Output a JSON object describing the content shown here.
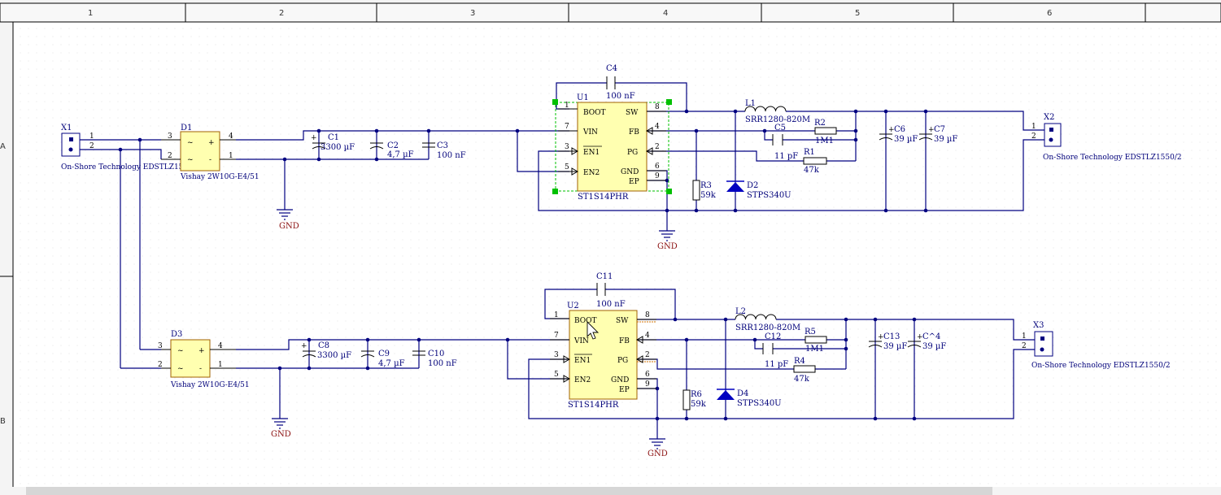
{
  "zones": {
    "cols": [
      "1",
      "2",
      "3",
      "4",
      "5",
      "6"
    ],
    "rows": [
      "A",
      "B"
    ]
  },
  "gnd": "GND",
  "ch1": {
    "x1": "X1",
    "x1_pins": [
      "1",
      "2"
    ],
    "x1_mfr": "On-Shore Technology EDSTLZ1550/2",
    "d1": "D1",
    "d1_pins": [
      "3",
      "2",
      "4",
      "1"
    ],
    "d1_part": "Vishay 2W10G-E4/51",
    "c1": "C1",
    "c1_val": "3300 µF",
    "c2": "C2",
    "c2_val": "4,7 µF",
    "c3": "C3",
    "c3_val": "100 nF",
    "u1": "U1",
    "u1_part": "ST1S14PHR",
    "u1_pins_left": [
      "BOOT",
      "VIN",
      "EN1",
      "EN2"
    ],
    "u1_pnum_left": [
      "1",
      "7",
      "3",
      "5"
    ],
    "u1_pins_right": [
      "SW",
      "FB",
      "PG",
      "GND",
      "EP"
    ],
    "u1_pnum_right": [
      "8",
      "4",
      "2",
      "6",
      "9"
    ],
    "c4": "C4",
    "c4_val": "100 nF",
    "l1": "L1",
    "l1_val": "SRR1280-820M",
    "c5": "C5",
    "c5_val": "11 pF",
    "r2": "R2",
    "r2_val": "1M1",
    "r1": "R1",
    "r1_val": "47k",
    "r3": "R3",
    "r3_val": "59k",
    "d2": "D2",
    "d2_part": "STPS340U",
    "c6": "C6",
    "c6_val": "39 µF",
    "c7": "C7",
    "c7_val": "39 µF",
    "x2": "X2",
    "x2_pins": [
      "1",
      "2"
    ],
    "x2_mfr": "On-Shore Technology EDSTLZ1550/2"
  },
  "ch2": {
    "d3": "D3",
    "d3_pins": [
      "3",
      "2",
      "4",
      "1"
    ],
    "d3_part": "Vishay 2W10G-E4/51",
    "c8": "C8",
    "c8_val": "3300 µF",
    "c9": "C9",
    "c9_val": "4,7 µF",
    "c10": "C10",
    "c10_val": "100 nF",
    "u2": "U2",
    "u2_part": "ST1S14PHR",
    "u2_pins_left": [
      "BOOT",
      "VIN",
      "EN1",
      "EN2"
    ],
    "u2_pnum_left": [
      "1",
      "7",
      "3",
      "5"
    ],
    "u2_pins_right": [
      "SW",
      "FB",
      "PG",
      "GND",
      "EP"
    ],
    "u2_pnum_right": [
      "8",
      "4",
      "2",
      "6",
      "9"
    ],
    "c11": "C11",
    "c11_val": "100 nF",
    "l2": "L2",
    "l2_val": "SRR1280-820M",
    "c12": "C12",
    "c12_val": "11 pF",
    "r5": "R5",
    "r5_val": "1M1",
    "r4": "R4",
    "r4_val": "47k",
    "r6": "R6",
    "r6_val": "59k",
    "d4": "D4",
    "d4_part": "STPS340U",
    "c13": "C13",
    "c13_val": "39 µF",
    "c14": "C^4",
    "c14_val": "39 µF",
    "x3": "X3",
    "x3_pins": [
      "1",
      "2"
    ],
    "x3_mfr": "On-Shore Technology EDSTLZ1550/2"
  }
}
